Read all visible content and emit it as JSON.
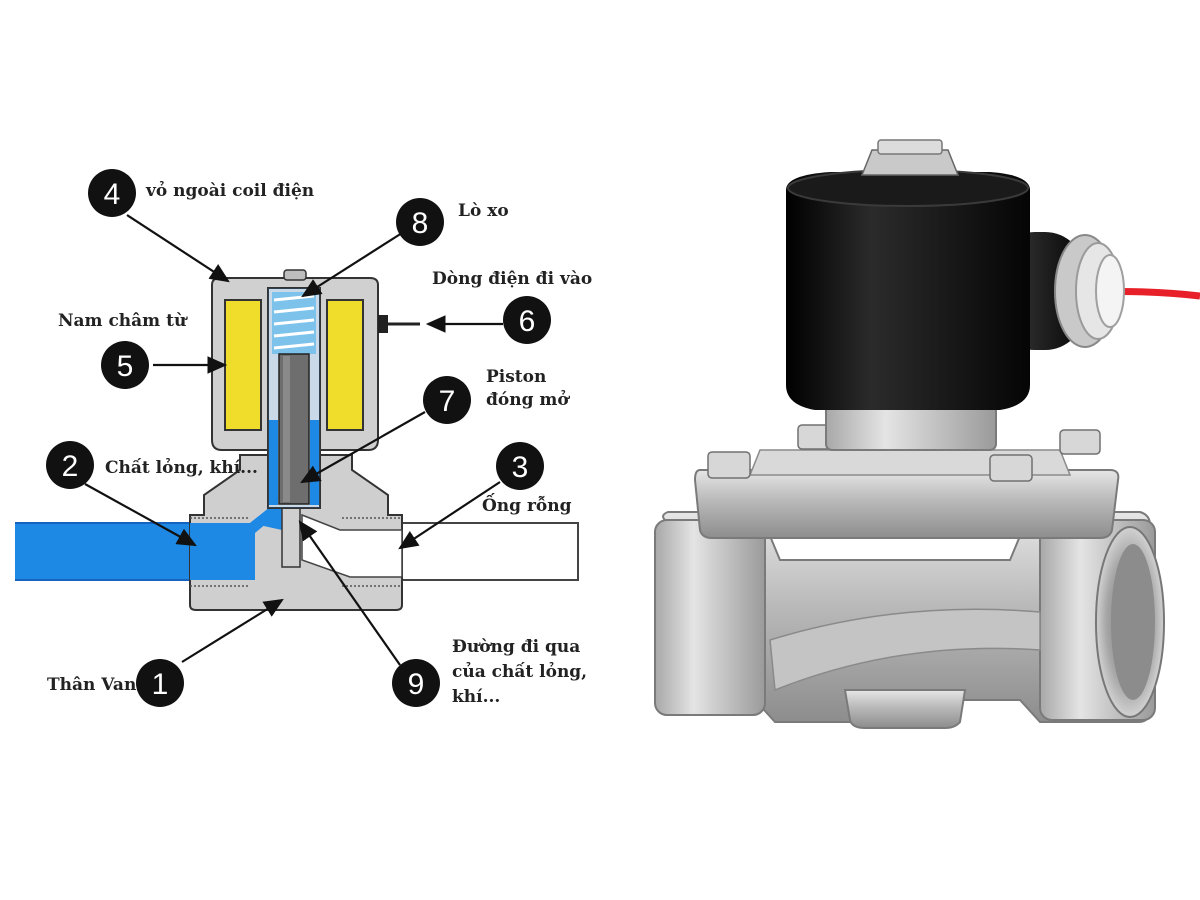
{
  "diagram": {
    "callouts": [
      {
        "id": "1",
        "number": "1",
        "label_lines": [
          "Thân Van"
        ]
      },
      {
        "id": "2",
        "number": "2",
        "label_lines": [
          "Chất lỏng, khí..."
        ]
      },
      {
        "id": "3",
        "number": "3",
        "label_lines": [
          "Ống rỗng"
        ]
      },
      {
        "id": "4",
        "number": "4",
        "label_lines": [
          "vỏ ngoài coil điện"
        ]
      },
      {
        "id": "5",
        "number": "5",
        "label_lines": [
          "Nam châm từ"
        ]
      },
      {
        "id": "6",
        "number": "6",
        "label_lines": [
          "Dòng điện đi vào"
        ]
      },
      {
        "id": "7",
        "number": "7",
        "label_lines": [
          "Piston",
          "đóng mở"
        ]
      },
      {
        "id": "8",
        "number": "8",
        "label_lines": [
          "Lò xo"
        ]
      },
      {
        "id": "9",
        "number": "9",
        "label_lines": [
          "Đường đi qua",
          "của chất lỏng,",
          "khí..."
        ]
      }
    ],
    "colors": {
      "fluid": "#1e88e5",
      "valve_body": "#cfcfcf",
      "magnet": "#f0dc2a",
      "spring": "#7cc2ea",
      "piston": "#6e6e6e",
      "marker": "#111111"
    }
  },
  "photo": {
    "subject": "solenoid-valve",
    "colors": {
      "coil_cap": "#141414",
      "body_metal": "#bcbcbc",
      "wire": "#e8202a"
    }
  }
}
